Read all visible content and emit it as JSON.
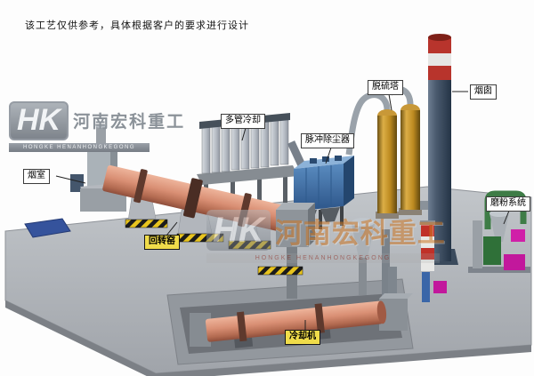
{
  "disclaimer": "该工艺仅供参考，具体根据客户的要求进行设计",
  "watermark": {
    "logo_initials": "HK",
    "company_cn": "河南宏科重工",
    "company_en": "HONGKE HENANHONGKEGONG"
  },
  "labels": {
    "smoke_chamber": "烟室",
    "multi_tube_cooler": "多管冷却",
    "pulse_dust_collector": "脉冲除尘器",
    "desulfurization_tower": "脱硫塔",
    "chimney": "烟囱",
    "grinding_system": "磨粉系统",
    "rotary_kiln": "回转窑",
    "cooling_machine": "冷却机"
  },
  "colors": {
    "kiln_salmon": "#d98f74",
    "platform_gray": "#b0b4ba",
    "dust_collector_blue": "#4a78ac",
    "tower_tan": "#bc8a20",
    "chimney_slate": "#46566a",
    "chimney_red": "#b8342c",
    "hazard_yellow": "#e8c41e",
    "label_yellow": "#f0dc4a",
    "mill_green": "#2f7038",
    "mill_magenta": "#c2189c",
    "pad_blue": "#35539c"
  }
}
